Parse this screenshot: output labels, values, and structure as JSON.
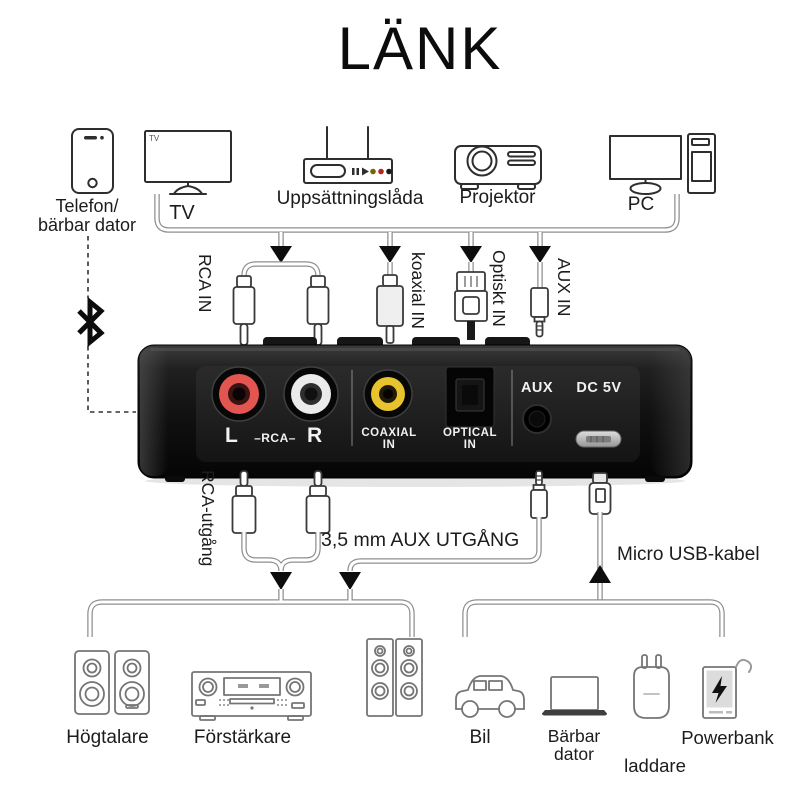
{
  "title": "LÄNK",
  "top_row": {
    "phone": {
      "label_line1": "Telefon/",
      "label_line2": "bärbar dator"
    },
    "tv": {
      "label": "TV",
      "screen_tag": "TV"
    },
    "settop": {
      "label": "Uppsättningslåda"
    },
    "projector": {
      "label": "Projektor"
    },
    "pc": {
      "label": "PC"
    }
  },
  "inputs": {
    "rca": "RCA IN",
    "coaxial": "koaxial IN",
    "optical": "Optiskt IN",
    "aux": "AUX IN"
  },
  "device_panel": {
    "rca_left": "L",
    "rca_mid": "–RCA–",
    "rca_right": "R",
    "coaxial_line1": "COAXIAL",
    "coaxial_line2": "IN",
    "optical_line1": "OPTICAL",
    "optical_line2": "IN",
    "aux": "AUX",
    "power": "DC 5V"
  },
  "outputs": {
    "rca_out": "RCA-utgång",
    "aux_out": "3,5 mm AUX UTGÅNG",
    "usb": "Micro USB-kabel"
  },
  "bottom_row": {
    "speakers": {
      "label": "Högtalare"
    },
    "amplifier": {
      "label": "Förstärkare"
    },
    "car": {
      "label": "Bil"
    },
    "laptop": {
      "label_line1": "Bärbar",
      "label_line2": "dator"
    },
    "charger": {
      "label": "laddare"
    },
    "powerbank": {
      "label": "Powerbank"
    }
  },
  "colors": {
    "background": "#ffffff",
    "line_art_top": "#2e2e2e",
    "line_art_bottom": "#757575",
    "cable_outline": "#8f8f8f",
    "arrow": "#0d0d0d",
    "device_body": "#141414",
    "rca_red": "#e25551",
    "rca_white": "#ebebeb",
    "coax_yellow": "#e7c42e",
    "panel_text": "#f2f2f2",
    "settop_dot_yellow": "#7a6300",
    "settop_dot_red": "#bb2222",
    "settop_dot_black": "#1a1a1a"
  }
}
